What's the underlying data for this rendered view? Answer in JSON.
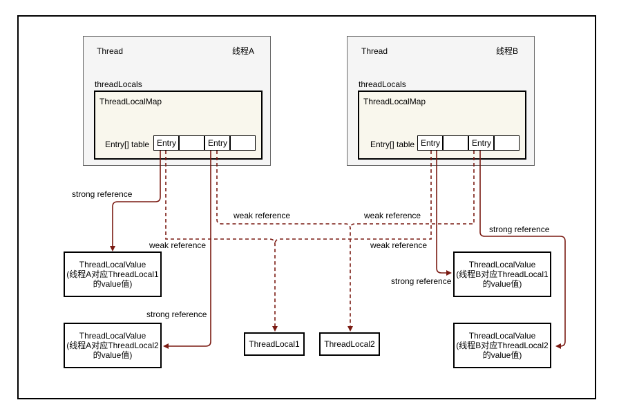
{
  "threads": [
    {
      "title": "Thread",
      "name": "线程A",
      "field": "threadLocals",
      "map": "ThreadLocalMap",
      "table_label": "Entry[] table",
      "entries": [
        "Entry",
        "",
        "Entry",
        ""
      ]
    },
    {
      "title": "Thread",
      "name": "线程B",
      "field": "threadLocals",
      "map": "ThreadLocalMap",
      "table_label": "Entry[] table",
      "entries": [
        "Entry",
        "",
        "Entry",
        ""
      ]
    }
  ],
  "values": [
    {
      "line1": "ThreadLocalValue",
      "line2": "(线程A对应ThreadLocal1",
      "line3": "的value值)"
    },
    {
      "line1": "ThreadLocalValue",
      "line2": "(线程A对应ThreadLocal2",
      "line3": "的value值)"
    },
    {
      "line1": "ThreadLocalValue",
      "line2": "(线程B对应ThreadLocal1",
      "line3": "的value值)"
    },
    {
      "line1": "ThreadLocalValue",
      "line2": "(线程B对应ThreadLocal2",
      "line3": "的value值)"
    }
  ],
  "threadlocals": [
    "ThreadLocal1",
    "ThreadLocal2"
  ],
  "labels": {
    "strong_a1": "strong reference",
    "strong_a2": "strong reference",
    "weak_a1": "weak reference",
    "weak_a2": "weak reference",
    "weak_b1": "weak reference",
    "weak_b2": "weak reference",
    "strong_b1": "strong reference",
    "strong_b2": "strong reference"
  },
  "colors": {
    "arrow": "#7a1a12",
    "thread_bg": "#f5f5f5",
    "map_bg": "#f9f7ed"
  }
}
